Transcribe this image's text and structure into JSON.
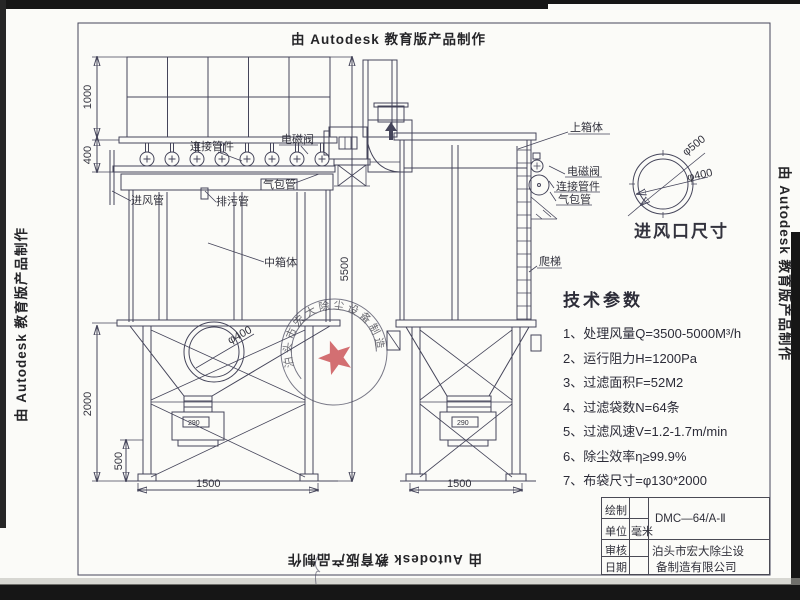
{
  "watermark_text": "由 Autodesk 教育版产品制作",
  "front_view": {
    "label_connector": "连接管件",
    "label_solenoid": "电磁阀",
    "label_airbag_pipe": "气包管",
    "label_inlet_pipe": "进风管",
    "label_drain_pipe": "排污管",
    "label_middle_box": "中箱体",
    "label_flange_dia": "φ400",
    "label_discharge": "290",
    "dim_top_box_height": "1000",
    "dim_valve_section_height": "400",
    "dim_hopper_height": "2000",
    "dim_leg_height": "500",
    "dim_base_width": "1500",
    "dim_total_height": "5500"
  },
  "side_view": {
    "label_upper_box": "上箱体",
    "label_solenoid": "电磁阀",
    "label_connector": "连接管件",
    "label_airbag_pipe": "气包管",
    "label_ladder": "爬梯",
    "label_discharge": "290",
    "dim_base_width": "1500"
  },
  "inlet_detail": {
    "dim_outer": "φ500",
    "dim_inner": "φ400",
    "caption": "进风口尺寸"
  },
  "tech_params": {
    "title": "技术参数",
    "items": [
      "1、处理风量Q=3500-5000M³/h",
      "2、运行阻力H=1200Pa",
      "3、过滤面积F=52M2",
      "4、过滤袋数N=64条",
      "5、过滤风速V=1.2-1.7m/min",
      "6、除尘效率η≥99.9%",
      "7、布袋尺寸=φ130*2000"
    ]
  },
  "title_block": {
    "draw_label": "绘制",
    "unit_label": "单位",
    "unit_value": "毫米",
    "review_label": "审核",
    "date_label": "日期",
    "model": "DMC—64/A-Ⅱ",
    "company_line1": "泊头市宏大除尘设",
    "company_line2": "备制造有限公司"
  },
  "stamp": {
    "ring_text": "泊头市宏大除尘设备制造有限公司"
  },
  "colors": {
    "line": "#45455a",
    "stamp_red": "#c53a3f"
  }
}
